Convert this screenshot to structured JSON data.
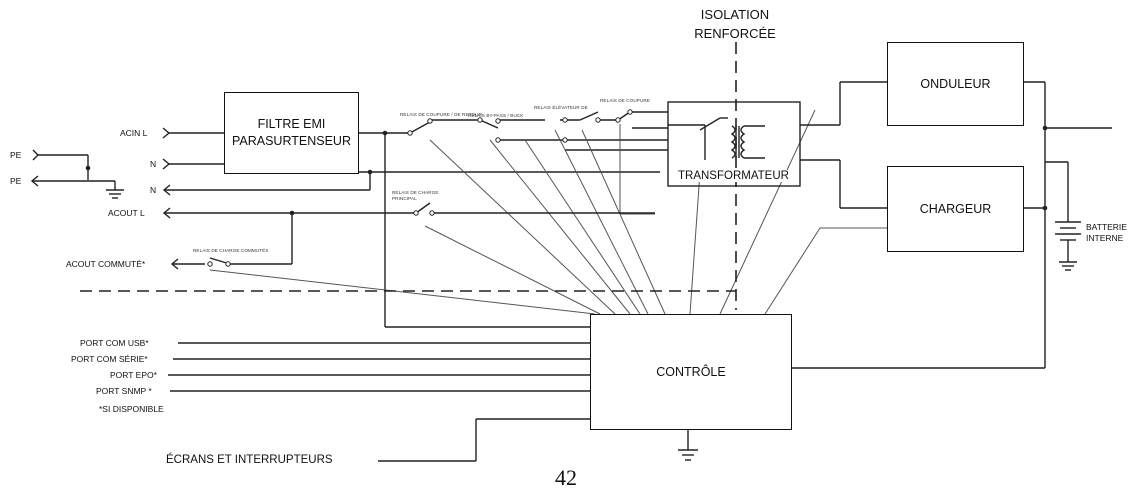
{
  "header": {
    "isolation_line1": "ISOLATION",
    "isolation_line2": "RENFORCÉE"
  },
  "blocks": {
    "filter_line1": "FILTRE EMI",
    "filter_line2": "PARASURTENSEUR",
    "transformer": "TRANSFORMATEUR",
    "inverter": "ONDULEUR",
    "charger": "CHARGEUR",
    "control": "CONTRÔLE"
  },
  "labels": {
    "pe_in": "PE",
    "pe_out": "PE",
    "acin_l": "ACIN  L",
    "n_in": "N",
    "n_out": "N",
    "acout_l": "ACOUT  L",
    "acout_switched": "ACOUT COMMUTÉ*",
    "battery_line1": "BATTERIE",
    "battery_line2": "INTERNE",
    "port_usb": "PORT COM USB*",
    "port_serial": "PORT COM SÉRIE*",
    "port_epo": "PORT EPO*",
    "port_snmp": "PORT SNMP *",
    "if_available": "*SI DISPONIBLE",
    "screens": "ÉCRANS ET INTERRUPTEURS"
  },
  "relays": {
    "backfeed": "RELAIS DE COUPURE / DE RETOUR",
    "bypass": "RELAIS BY-PASS / BUCK",
    "boost": "RELAIS ÉLÉVATEUR DE",
    "cutoff": "RELAIS DE COUPURE",
    "load": "RELAIS DE CHARGE",
    "load2": "PRINCIPAL",
    "switched": "RELAIS DE CHARGE COMMUTÉS"
  },
  "page_number": "42"
}
